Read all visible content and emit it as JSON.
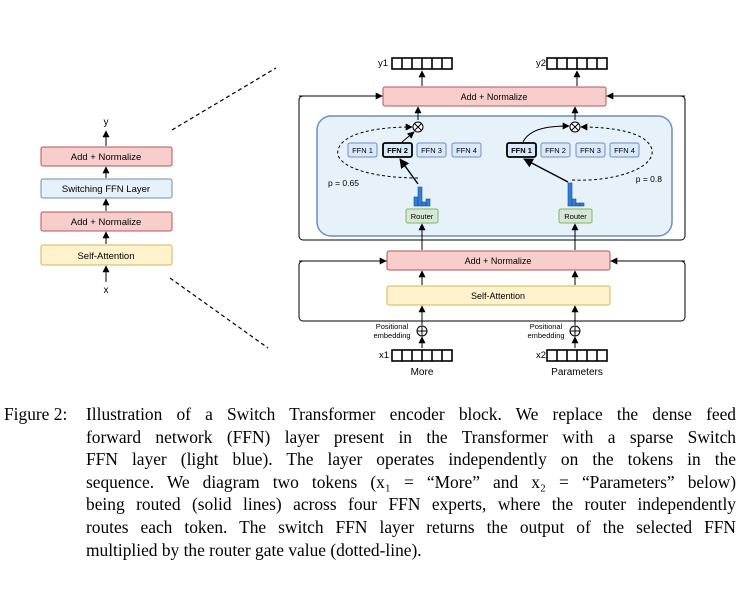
{
  "left_stack": {
    "output_label": "y",
    "input_label": "x",
    "blocks": [
      "Add + Normalize",
      "Switching FFN Layer",
      "Add + Normalize",
      "Self-Attention"
    ]
  },
  "main": {
    "top_norm": "Add + Normalize",
    "bottom_norm": "Add + Normalize",
    "self_attention": "Self-Attention",
    "token1": {
      "output": "y1",
      "input": "x1",
      "word": "More",
      "p_value": "p = 0.65",
      "router": "Router",
      "experts": [
        "FFN 1",
        "FFN 2",
        "FFN 3",
        "FFN 4"
      ],
      "selected": "FFN 2"
    },
    "token2": {
      "output": "y2",
      "input": "x2",
      "word": "Parameters",
      "p_value": "p = 0.8",
      "router": "Router",
      "experts": [
        "FFN 1",
        "FFN 2",
        "FFN 3",
        "FFN 4"
      ],
      "selected": "FFN 1"
    },
    "positional_label": "Positional",
    "embedding_label": "embedding"
  },
  "caption": {
    "label": "Figure 2:",
    "lines": [
      "Illustration of a Switch Transformer encoder block. We replace the dense feed",
      "forward network (FFN) layer present in the Transformer with a sparse Switch",
      "FFN layer (light blue). The layer operates independently on the tokens in the",
      "sequence. We diagram two tokens (x₁ = “More” and x₂ = “Parameters” below)",
      "being routed (solid lines) across four FFN experts, where the router independently",
      "routes each token. The switch FFN layer returns the output of the selected FFN",
      "multiplied by the router gate value (dotted-line)."
    ]
  },
  "colors": {
    "norm_fill": "#f8cecc",
    "norm_stroke": "#b85450",
    "ffn_fill": "#dae8fc",
    "ffn_stroke": "#6c8ebf",
    "attn_fill": "#fff2cc",
    "attn_stroke": "#d6b656",
    "router_fill": "#d5e8d4",
    "router_stroke": "#82b366",
    "switch_fill": "#e6f1fa",
    "bar_fill": "#2f7fd6"
  }
}
